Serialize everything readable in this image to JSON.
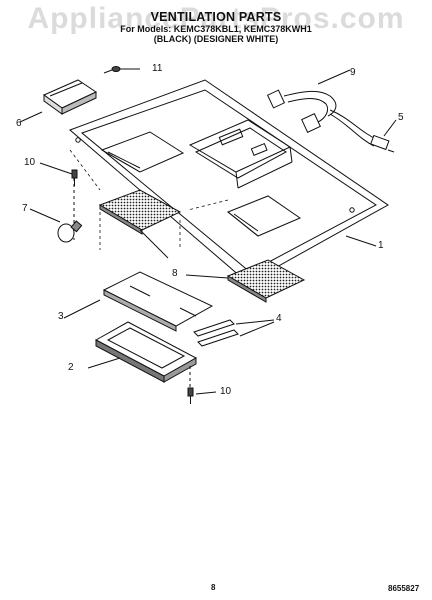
{
  "watermark": "AppliancePartsPros.com",
  "header": {
    "title": "VENTILATION PARTS",
    "subtitle_line1": "For Models: KEMC378KBL1, KEMC378KWH1",
    "subtitle_line2": "(BLACK) (DESIGNER WHITE)"
  },
  "callouts": {
    "c1": "1",
    "c2": "2",
    "c3": "3",
    "c4": "4",
    "c5": "5",
    "c6": "6",
    "c7": "7",
    "c8": "8",
    "c9": "9",
    "c10a": "10",
    "c10b": "10",
    "c11": "11"
  },
  "footer": {
    "page": "8",
    "doc_number": "8655827"
  }
}
